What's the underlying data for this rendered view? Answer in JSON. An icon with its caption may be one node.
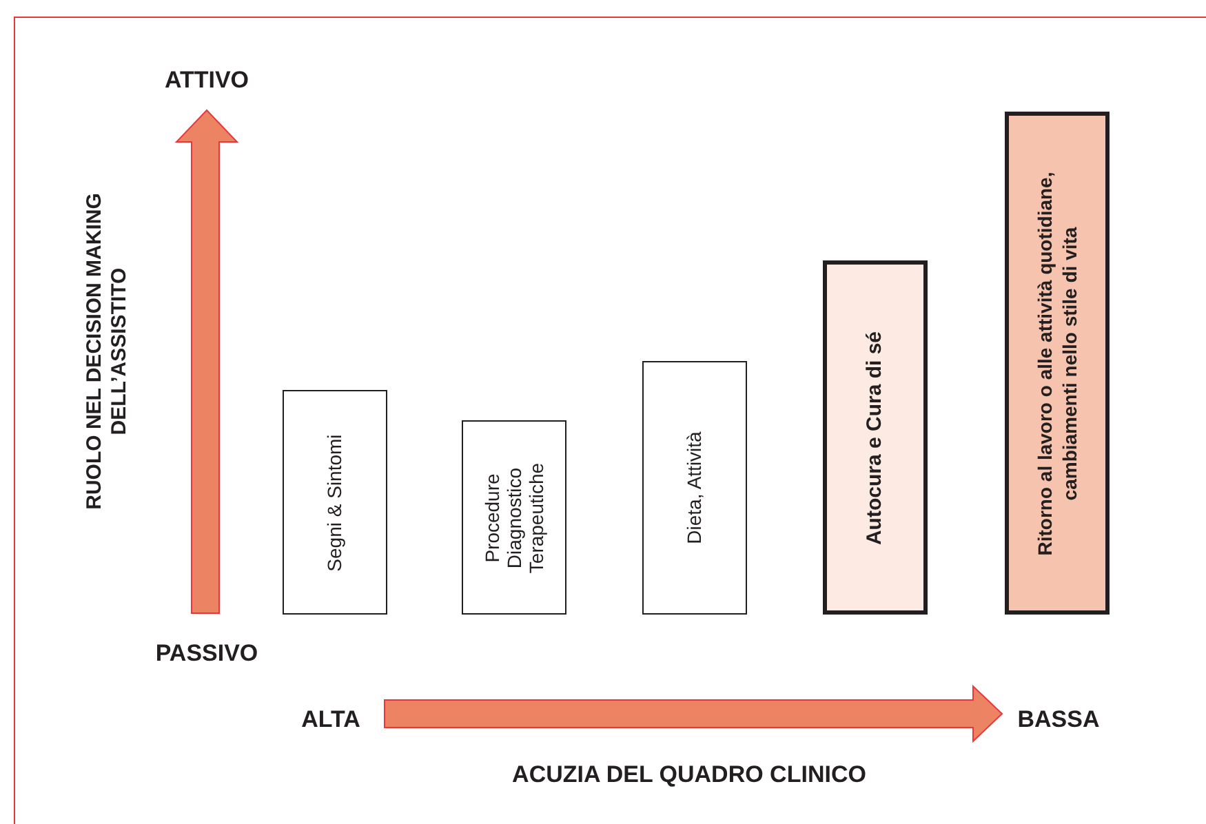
{
  "diagram": {
    "nodes": [
      {
        "text": [
          "Segni & Sintomi"
        ]
      },
      {
        "text": [
          "Procedure Diagnostico Terapeutiche"
        ]
      },
      {
        "text": [
          "Dieta, Attività"
        ]
      },
      {
        "text": [
          "Autocura e Cura di sé"
        ]
      },
      {
        "text": [
          "Ritorno al lavoro o alle attività quotidiane, cambiamenti nello stile di vita"
        ]
      }
    ],
    "edges": [],
    "labels": [
      "ATTIVO",
      "RUOLO NEL DECISION MAKING DELL’ASSISTITO",
      "PASSIVO",
      "ALTA",
      "BASSA",
      "ACUZIA DEL QUADRO CLINICO"
    ]
  }
}
